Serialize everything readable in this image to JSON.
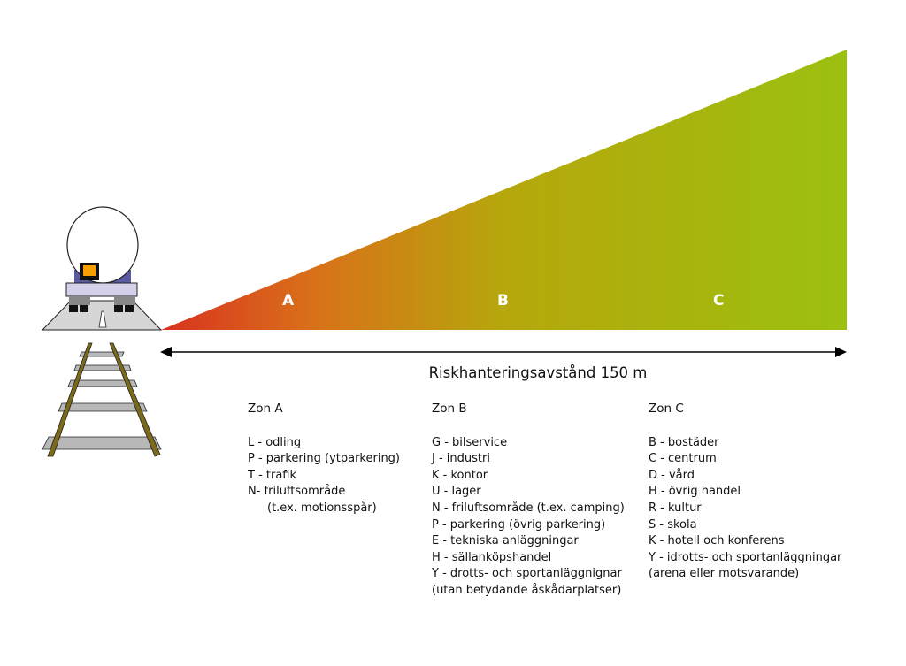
{
  "diagram": {
    "zone_letters": [
      "A",
      "B",
      "C"
    ],
    "distance_label": "Riskhanteringsavstånd 150 m",
    "colors": {
      "near": "#d9321f",
      "mid1": "#d9701a",
      "mid2": "#b6a70c",
      "far": "#9bc010"
    },
    "icons": [
      "tanker-truck-icon",
      "railway-track-icon",
      "double-arrow-icon"
    ]
  },
  "zones": [
    {
      "title": "Zon A",
      "items": [
        "L - odling",
        "P - parkering (ytparkering)",
        "T - trafik",
        "N- friluftsområde",
        "(t.ex. motionsspår)"
      ]
    },
    {
      "title": "Zon B",
      "items": [
        "G - bilservice",
        "J - industri",
        "K - kontor",
        "U - lager",
        "N - friluftsområde (t.ex. camping)",
        "P - parkering (övrig parkering)",
        "E - tekniska anläggningar",
        "H - sällanköpshandel",
        "Y - drotts- och sportanläggnignar",
        "(utan betydande åskådarplatser)"
      ]
    },
    {
      "title": "Zon C",
      "items": [
        "B - bostäder",
        "C - centrum",
        "D - vård",
        "H - övrig handel",
        "R - kultur",
        "S - skola",
        "K - hotell och konferens",
        "Y - idrotts- och sportanläggningar",
        "(arena eller motsvarande)"
      ]
    }
  ]
}
